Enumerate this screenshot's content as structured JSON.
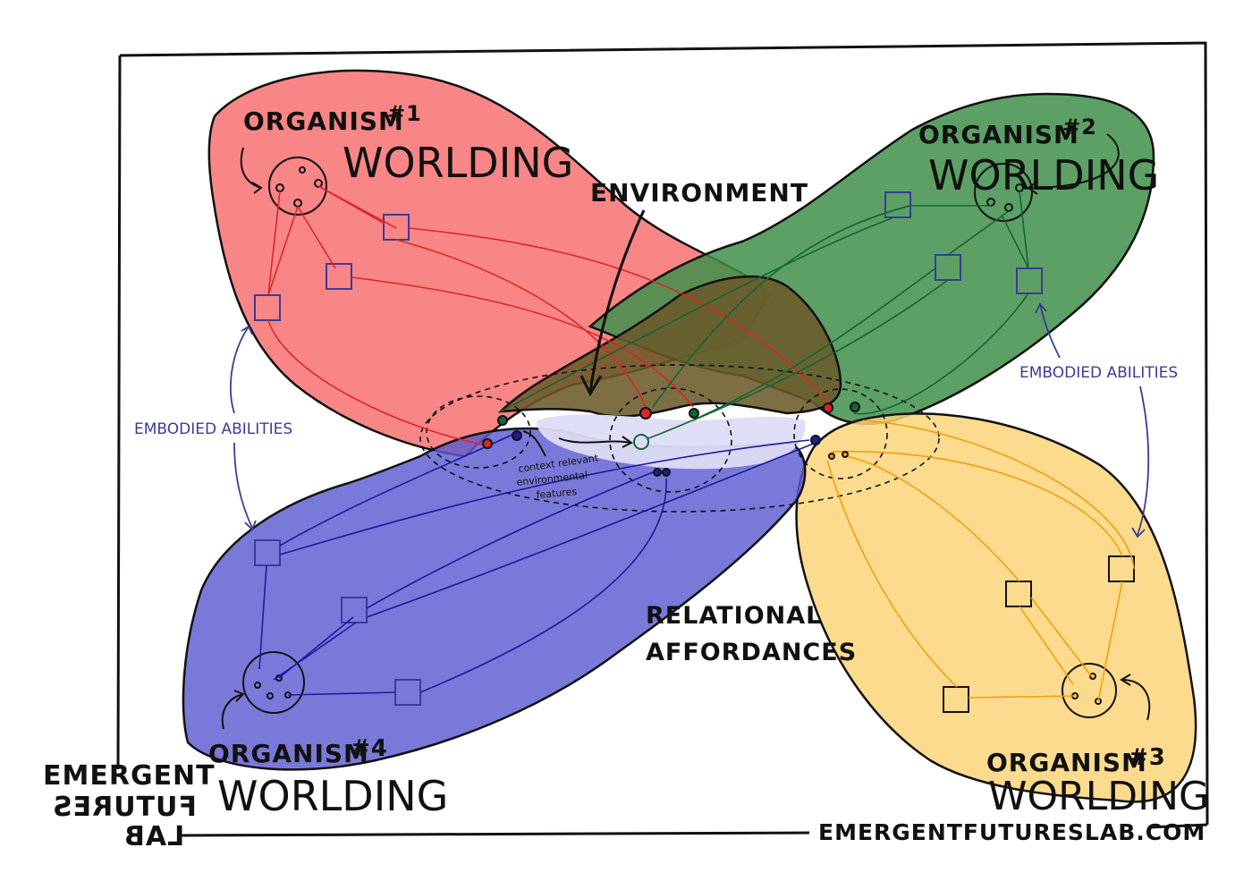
{
  "organisms": [
    {
      "label": "ORGANISM",
      "number": "#1",
      "worlding": "WORLDING",
      "color": "#ef4444",
      "fill": "#f87171"
    },
    {
      "label": "ORGANISM",
      "number": "#2",
      "worlding": "WORLDING",
      "color": "#15803d",
      "fill": "#3f8f4a"
    },
    {
      "label": "ORGANISM",
      "number": "#3",
      "worlding": "WORLDING",
      "color": "#f5a623",
      "fill": "#fcd57a"
    },
    {
      "label": "ORGANISM",
      "number": "#4",
      "worlding": "WORLDING",
      "color": "#3730a3",
      "fill": "#5b5bd1"
    }
  ],
  "labels": {
    "environment": "ENVIRONMENT",
    "embodied_left": "EMBODIED ABILITIES",
    "embodied_right": "EMBODIED ABILITIES",
    "context_line1": "context relevant",
    "context_line2": "environmental",
    "context_line3": "features",
    "relational_line1": "RELATIONAL",
    "relational_line2": "AFFORDANCES"
  },
  "brand": {
    "line1": "EMERGENT",
    "line2": "FUTURES",
    "line3": "LAB",
    "url": "EMERGENTFUTURESLAB.COM"
  },
  "colors": {
    "environment_fill": "#6b5a2a",
    "ink": "#111111",
    "abilities_ink": "#3b3b9a",
    "center_fill": "#dcdcf6"
  }
}
